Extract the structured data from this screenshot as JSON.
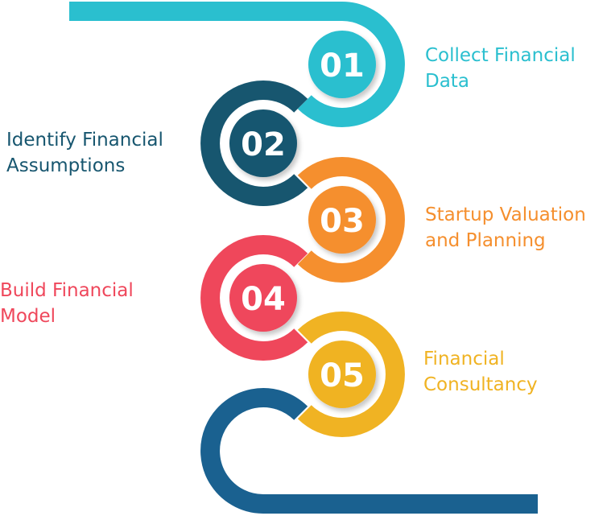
{
  "colors": {
    "step1": "#2ABFCF",
    "step2": "#17566F",
    "step3": "#F58F2E",
    "step4": "#EF475B",
    "step5": "#F0B323",
    "tail": "#1A6190"
  },
  "steps": [
    {
      "number": "01",
      "line1": "Collect Financial",
      "line2": "Data"
    },
    {
      "number": "02",
      "line1": "Identify Financial",
      "line2": "Assumptions"
    },
    {
      "number": "03",
      "line1": "Startup Valuation",
      "line2": "and Planning"
    },
    {
      "number": "04",
      "line1": "Build Financial",
      "line2": "Model"
    },
    {
      "number": "05",
      "line1": "Financial",
      "line2": "Consultancy"
    }
  ]
}
